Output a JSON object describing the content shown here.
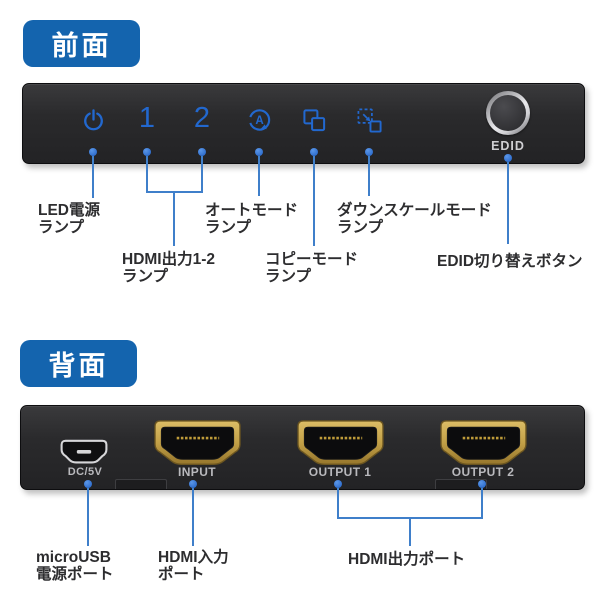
{
  "front": {
    "badge": "前面",
    "panel": {
      "indicator_1": "1",
      "indicator_2": "2",
      "edid_button_label": "EDID"
    },
    "callouts": {
      "power": {
        "line1": "LED電源",
        "line2": "ランプ"
      },
      "hdmi_outputs": {
        "line1": "HDMI出力1-2",
        "line2": "ランプ"
      },
      "auto_mode": {
        "line1": "オートモード",
        "line2": "ランプ"
      },
      "copy_mode": {
        "line1": "コピーモード",
        "line2": "ランプ"
      },
      "downscale_mode": {
        "line1": "ダウンスケールモード",
        "line2": "ランプ"
      },
      "edid": {
        "line1": "EDID切り替えボタン"
      }
    }
  },
  "rear": {
    "badge": "背面",
    "panel": {
      "dc_label": "DC/5V",
      "input_label": "INPUT",
      "output1_label": "OUTPUT 1",
      "output2_label": "OUTPUT 2"
    },
    "callouts": {
      "power": {
        "line1": "microUSB",
        "line2": "電源ポート"
      },
      "input": {
        "line1": "HDMI入力",
        "line2": "ポート"
      },
      "outputs": {
        "line1": "HDMI出力ポート"
      }
    }
  },
  "icons": {
    "power": "power-icon",
    "auto_mode": "auto-mode-icon",
    "copy_mode": "copy-mode-icon",
    "downscale_mode": "downscale-mode-icon",
    "auto_letter": "A"
  },
  "colors": {
    "badge_blue": "#1464ae",
    "led_blue": "#2268cf",
    "callout_line_blue": "#3f7fca",
    "panel_dark": "#28282a",
    "hdmi_gold": "#c9a94f",
    "callout_text": "#2d2d2f",
    "port_label_gray": "#b9b9bd"
  }
}
